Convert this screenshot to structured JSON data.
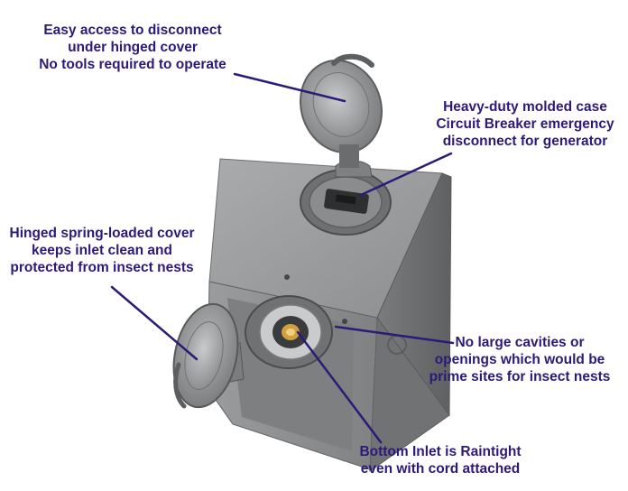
{
  "callouts": {
    "access": {
      "lines": [
        "Easy access to disconnect",
        "under hinged cover",
        "No tools required to operate"
      ]
    },
    "breaker": {
      "lines": [
        "Heavy-duty molded case",
        "Circuit Breaker emergency",
        "disconnect for generator"
      ]
    },
    "cover": {
      "lines": [
        "Hinged spring-loaded cover",
        "keeps inlet clean and",
        "protected from insect nests"
      ]
    },
    "cavities": {
      "lines": [
        "No large cavities or",
        "openings which would be",
        "prime sites for insect nests"
      ]
    },
    "inlet": {
      "lines": [
        "Bottom Inlet is Raintight",
        "even with cord attached"
      ]
    }
  },
  "colors": {
    "callout_text": "#2d1a78",
    "leader_line": "#2d1a78",
    "box_gray": "#8a8c8e",
    "box_dark": "#6a6c6e",
    "cover_gray": "#909294",
    "background": "#ffffff"
  }
}
